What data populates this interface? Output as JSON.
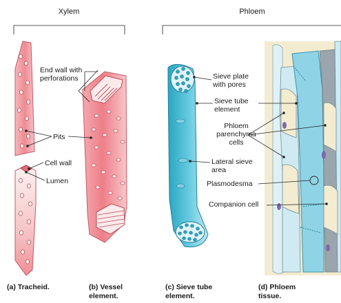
{
  "headers": {
    "xylem": "Xylem",
    "phloem": "Phloem"
  },
  "labels": {
    "end_wall_line1": "End wall with",
    "end_wall_line2": "perforations",
    "pits": "Pits",
    "cell_wall": "Cell wall",
    "lumen": "Lumen",
    "sieve_plate_line1": "Sieve plate",
    "sieve_plate_line2": "with pores",
    "sieve_tube_line1": "Sieve tube",
    "sieve_tube_line2": "element",
    "parenchyma_line1": "Phloem",
    "parenchyma_line2": "parenchyma",
    "parenchyma_line3": "cells",
    "lateral_line1": "Lateral sieve",
    "lateral_line2": "area",
    "plasmodesma": "Plasmodesma",
    "companion": "Companion cell"
  },
  "captions": {
    "a_line1": "(a) Tracheid.",
    "b_line1": "(b) Vessel",
    "b_line2": "element.",
    "c_line1": "(c) Sieve tube",
    "c_line2": "element.",
    "d_line1": "(d) Phloem",
    "d_line2": "tissue."
  },
  "colors": {
    "xylem_fill": "#f08a92",
    "xylem_light": "#fde6e6",
    "sieve_fill": "#3fb6cf",
    "sieve_light": "#bfe9f2",
    "tissue_blue": "#8fd3e6",
    "tissue_tan": "#f1e7c6",
    "companion_gray": "#9aa5ad"
  }
}
